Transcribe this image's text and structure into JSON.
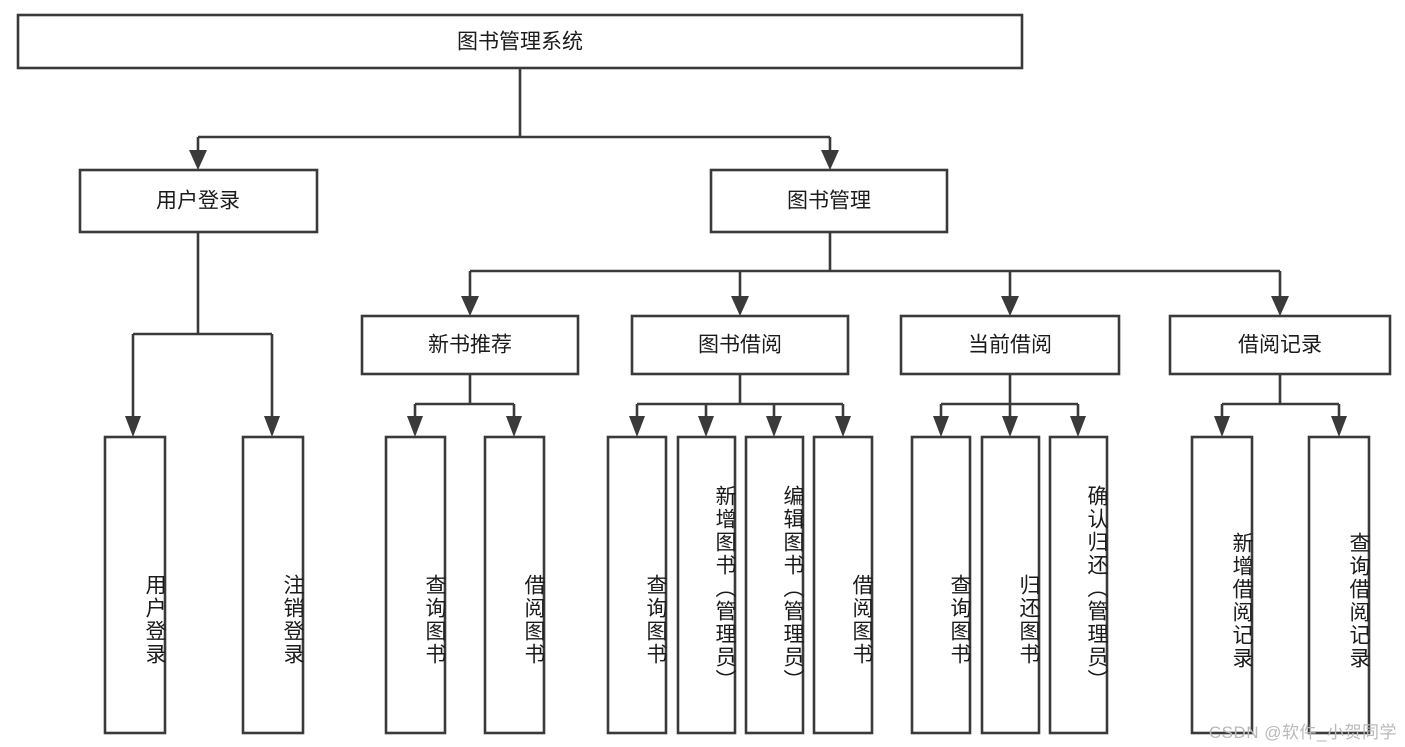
{
  "diagram": {
    "type": "tree-hierarchy-chart",
    "title": "图书管理系统",
    "orientation": "top-down",
    "colors": {
      "box_stroke": "#3a3a3a",
      "box_fill": "#ffffff",
      "connector": "#3a3a3a",
      "text": "#1b1b1b",
      "background": "#ffffff",
      "watermark": "#b9b9b9"
    },
    "root": {
      "label": "图书管理系统",
      "orientation": "horizontal"
    },
    "level2": [
      {
        "label": "用户登录",
        "orientation": "horizontal"
      },
      {
        "label": "图书管理",
        "orientation": "horizontal"
      }
    ],
    "level3": [
      {
        "label": "新书推荐",
        "orientation": "horizontal"
      },
      {
        "label": "图书借阅",
        "orientation": "horizontal"
      },
      {
        "label": "当前借阅",
        "orientation": "horizontal"
      },
      {
        "label": "借阅记录",
        "orientation": "horizontal"
      }
    ],
    "leaves": {
      "user_login": [
        {
          "label": "用户登录",
          "orientation": "vertical"
        },
        {
          "label": "注销登录",
          "orientation": "vertical"
        }
      ],
      "new_book_recommend": [
        {
          "label": "查询图书",
          "orientation": "vertical"
        },
        {
          "label": "借阅图书",
          "orientation": "vertical"
        }
      ],
      "book_borrow": [
        {
          "label": "查询图书",
          "orientation": "vertical"
        },
        {
          "label": "新增图书（管理员）",
          "orientation": "vertical"
        },
        {
          "label": "编辑图书（管理员）",
          "orientation": "vertical"
        },
        {
          "label": "借阅图书",
          "orientation": "vertical"
        }
      ],
      "current_borrow": [
        {
          "label": "查询图书",
          "orientation": "vertical"
        },
        {
          "label": "归还图书",
          "orientation": "vertical"
        },
        {
          "label": "确认归还（管理员）",
          "orientation": "vertical"
        }
      ],
      "borrow_record": [
        {
          "label": "新增借阅记录",
          "orientation": "vertical"
        },
        {
          "label": "查询借阅记录",
          "orientation": "vertical"
        }
      ]
    },
    "watermark": "CSDN @软件_小贺同学"
  }
}
